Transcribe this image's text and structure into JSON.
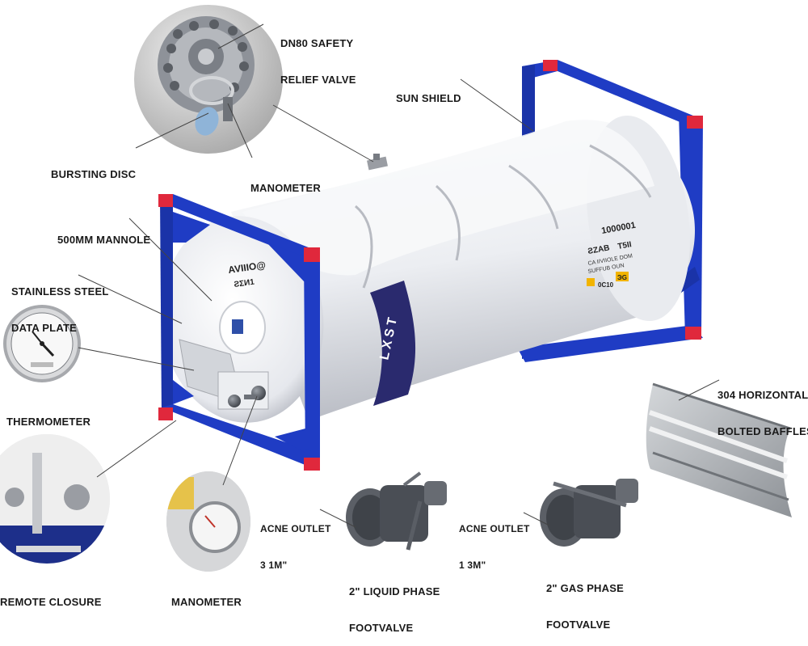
{
  "diagram": {
    "labels": {
      "safety_valve": [
        "DN80 SAFETY",
        "RELIEF VALVE"
      ],
      "sun_shield": "SUN SHIELD",
      "bursting_disc": "BURSTING DISC",
      "manometer_top": "MANOMETER",
      "manhole": "500MM MANNOLE",
      "data_plate": [
        "STAINLESS STEEL",
        "DATA PLATE"
      ],
      "thermometer": "THERMOMETER",
      "baffles": [
        "304 HORIZONTAL",
        "BOLTED BAFFLES"
      ],
      "remote_closure": "REMOTE CLOSURE",
      "manometer_bottom": "MANOMETER",
      "acne_outlet_1": [
        "ACNE OUTLET",
        "3 1M\""
      ],
      "acne_outlet_2": [
        "ACNE OUTLET",
        "1 3M\""
      ],
      "liquid_footvalve": [
        "2\" LIQUID PHASE",
        "FOOTVALVE"
      ],
      "gas_footvalve": [
        "2\" GAS PHASE",
        "FOOTVALVE"
      ]
    },
    "tank_markings": {
      "band_text": "LXST",
      "end_text_1": "AVIIIO@",
      "end_text_2": "ƧΣИ1",
      "side_code": "1000001",
      "side_line_1": "ƧZAB",
      "side_line_2": "T5II",
      "side_line_3": "CA IIVIIOLE DOM",
      "side_line_4": "SUFFUB OUN",
      "badge_1": "0C10",
      "badge_2": "ЭG"
    },
    "colors": {
      "frame": "#1f3cc4",
      "frame_dark": "#162b8f",
      "corner": "#e0283c",
      "tank": "#f4f5f7",
      "band": "#2a2a6e",
      "leader": "#444444"
    }
  }
}
